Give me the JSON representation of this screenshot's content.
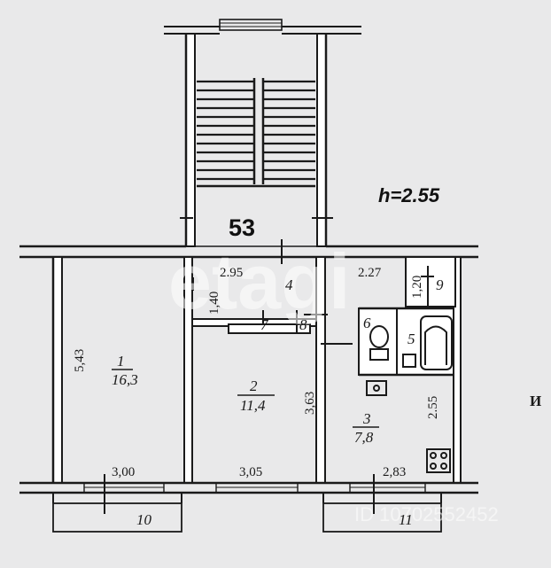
{
  "ceiling_height": "h=2.55",
  "stair_number": "53",
  "corridor_number": "4",
  "rooms": [
    {
      "number": "1",
      "area": "16,3"
    },
    {
      "number": "2",
      "area": "11,4"
    },
    {
      "number": "3",
      "area": "7,8"
    }
  ],
  "aux_numbers": {
    "n5": "5",
    "n6": "6",
    "n7": "7",
    "n8": "8",
    "n9": "9",
    "n10": "10",
    "n11": "11"
  },
  "dimensions": {
    "d295": "2.95",
    "d227": "2.27",
    "d140": "1,40",
    "d120": "1,20",
    "d543": "5,43",
    "d363": "3,63",
    "d255": "2.55",
    "d300": "3,00",
    "d305": "3,05",
    "d283": "2,83"
  },
  "edge_letter": "И",
  "watermark": {
    "logo": "etagi",
    "id": "ID 10702552452"
  },
  "colors": {
    "background": "#e9e9ea",
    "ink": "#1a1a1a"
  }
}
